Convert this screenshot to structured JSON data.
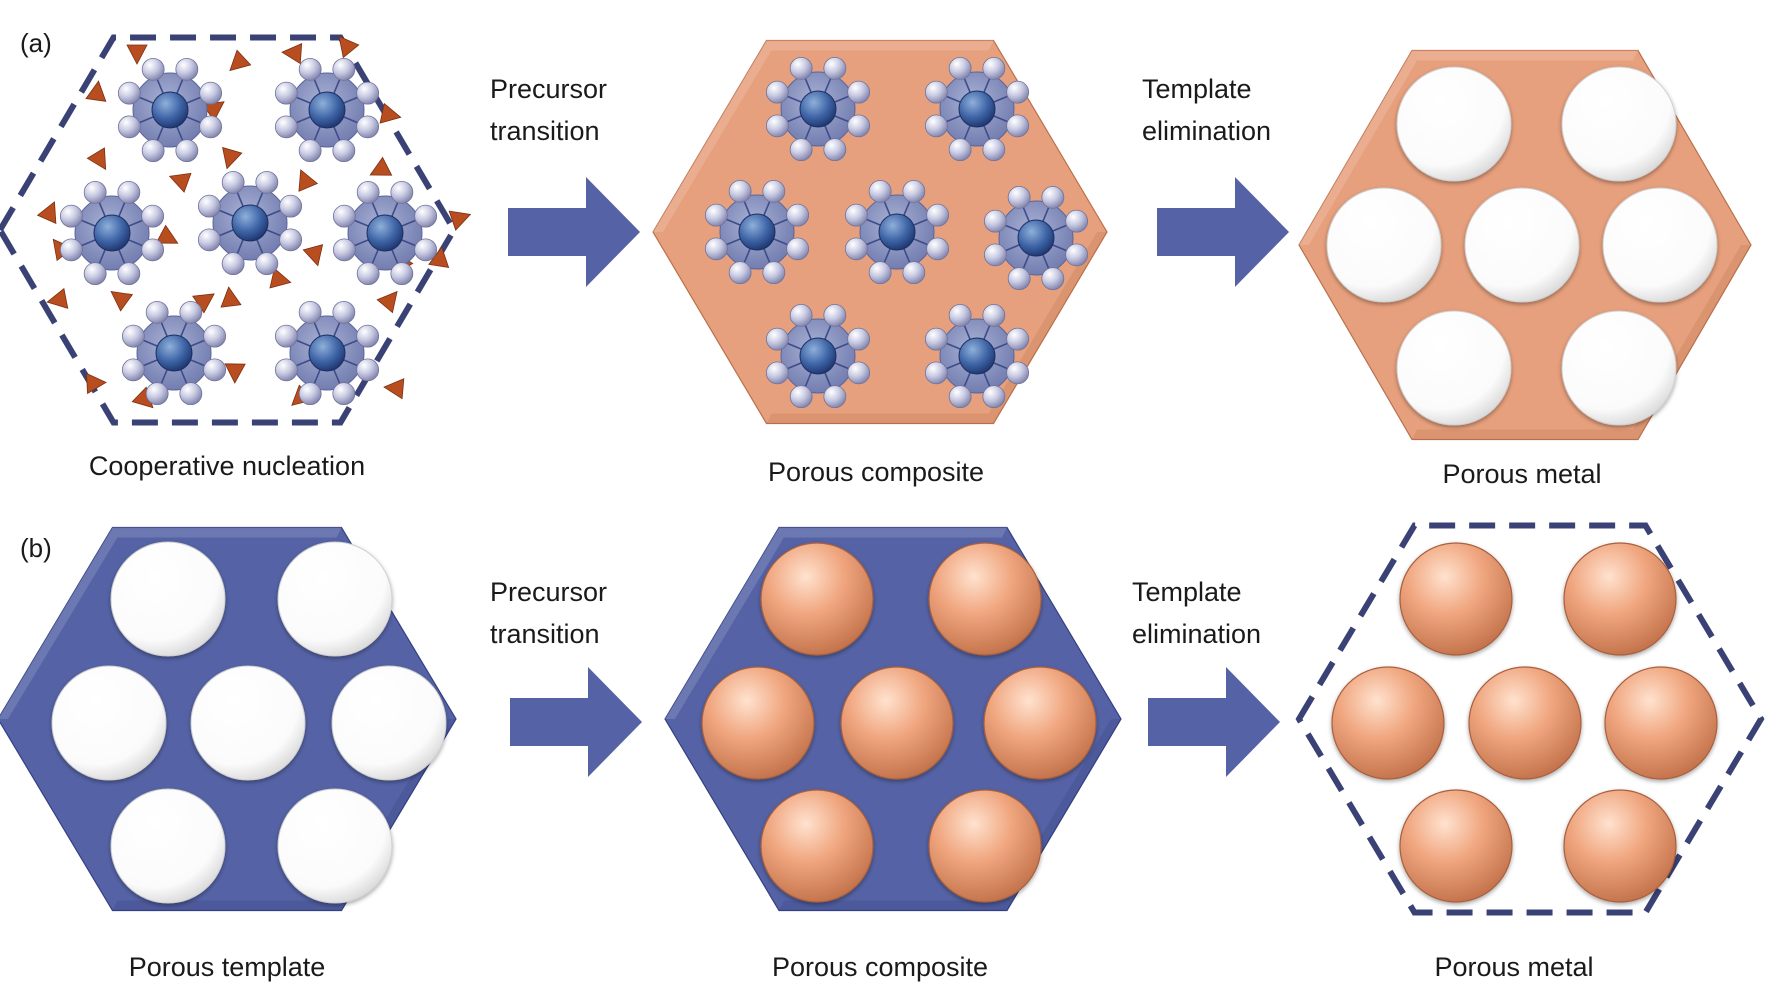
{
  "colors": {
    "copper": "#e7a07d",
    "copper_dark": "#b9704c",
    "template_blue": "#5563a6",
    "template_blue_dark": "#333f80",
    "arrow_blue": "#5563a6",
    "dash": "#3a4275",
    "wedge": "#b84d1f"
  },
  "row_a": {
    "panel_label": "(a)",
    "stage1_caption": "Cooperative nucleation",
    "step1_line1": "Precursor",
    "step1_line2": "transition",
    "stage2_caption": "Porous composite",
    "step2_line1": "Template",
    "step2_line2": "elimination",
    "stage3_caption": "Porous metal"
  },
  "row_b": {
    "panel_label": "(b)",
    "stage1_caption": "Porous template",
    "step1_line1": "Precursor",
    "step1_line2": "transition",
    "stage2_caption": "Porous composite",
    "step2_line1": "Template",
    "step2_line2": "elimination",
    "stage3_caption": "Porous metal"
  }
}
